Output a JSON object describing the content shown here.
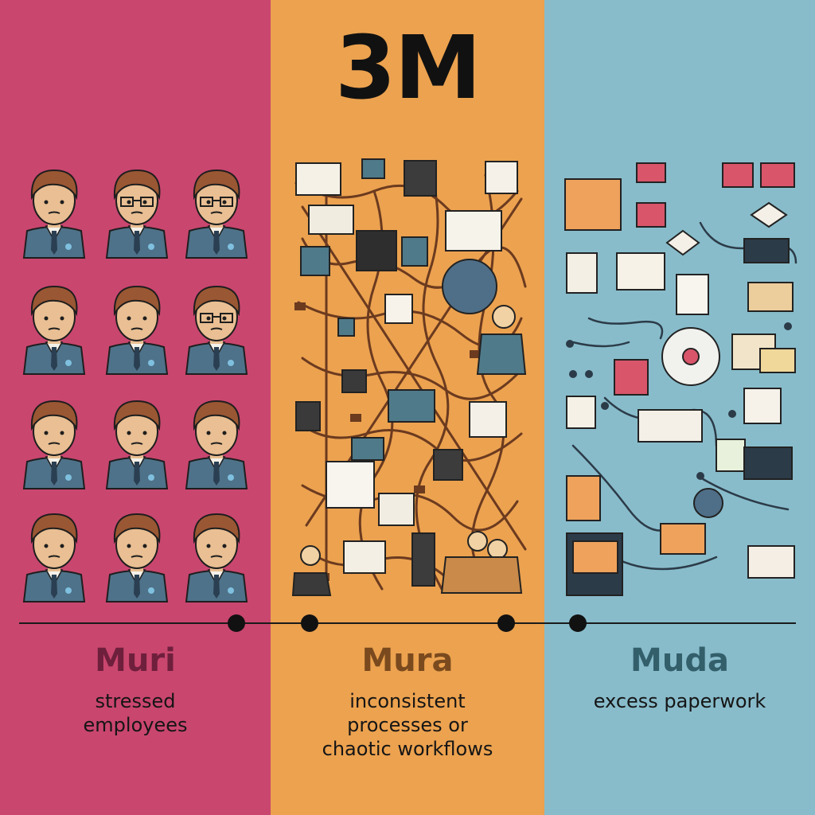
{
  "title": "3M",
  "columns": [
    {
      "name": "Muri",
      "description": "stressed\nemployees",
      "color": "#c9466f",
      "title_color": "#6e1f3c"
    },
    {
      "name": "Mura",
      "description": "inconsistent\nprocesses or\nchaotic workflows",
      "color": "#eca24f",
      "title_color": "#7a4a1e"
    },
    {
      "name": "Muda",
      "description": "excess paperwork",
      "color": "#88bccb",
      "title_color": "#335f6b"
    }
  ]
}
